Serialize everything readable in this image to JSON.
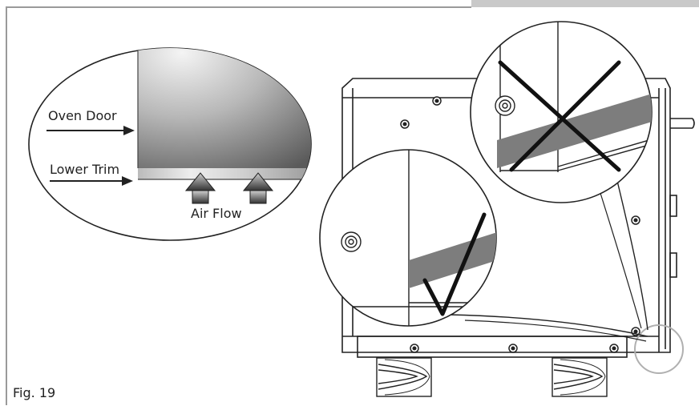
{
  "labels": {
    "oven_door": "Oven Door",
    "lower_trim": "Lower Trim",
    "air_flow": "Air Flow"
  },
  "figure": {
    "caption": "Fig. 19"
  },
  "colors": {
    "frame": "#9a9a9a",
    "tab": "#c9c9c9",
    "line": "#222222",
    "trim_band": "#7d7d7d",
    "wood": "#e8e8e8",
    "highlight_circle": "#b0b0b0"
  },
  "icons": [
    "cross-mark-icon",
    "check-mark-icon",
    "arrow-right-icon",
    "arrow-up-icon"
  ]
}
